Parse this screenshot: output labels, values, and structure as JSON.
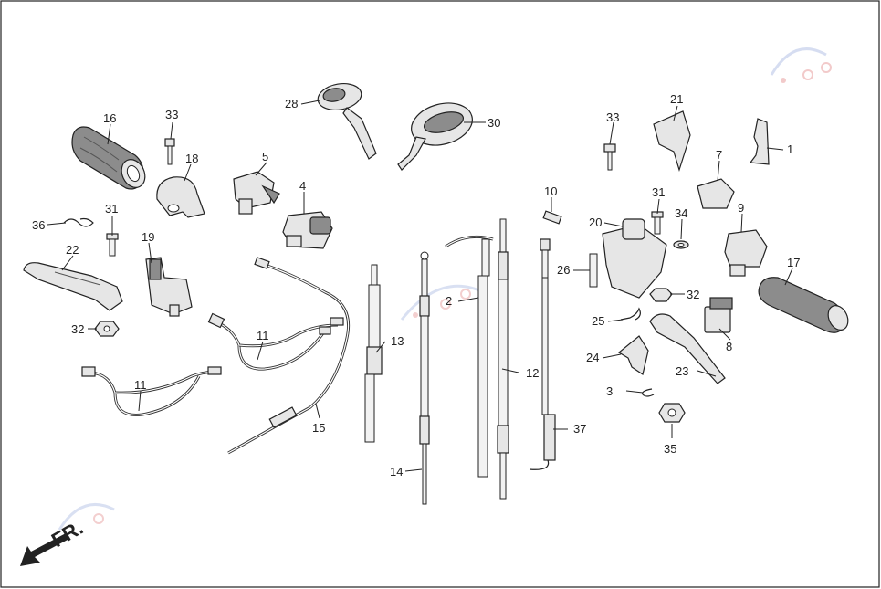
{
  "diagram": {
    "labels": {
      "p1": "1",
      "p2": "2",
      "p3": "3",
      "p4": "4",
      "p5": "5",
      "p7": "7",
      "p8": "8",
      "p9": "9",
      "p10": "10",
      "p11a": "11",
      "p11b": "11",
      "p12": "12",
      "p13": "13",
      "p14": "14",
      "p15": "15",
      "p16": "16",
      "p17": "17",
      "p18": "18",
      "p19": "19",
      "p20": "20",
      "p21": "21",
      "p22": "22",
      "p23": "23",
      "p24": "24",
      "p25": "25",
      "p26": "26",
      "p28": "28",
      "p30": "30",
      "p31a": "31",
      "p31b": "31",
      "p32a": "32",
      "p32b": "32",
      "p33a": "33",
      "p33b": "33",
      "p34": "34",
      "p35": "35",
      "p36": "36",
      "p37": "37"
    },
    "front_marker": "FR."
  }
}
